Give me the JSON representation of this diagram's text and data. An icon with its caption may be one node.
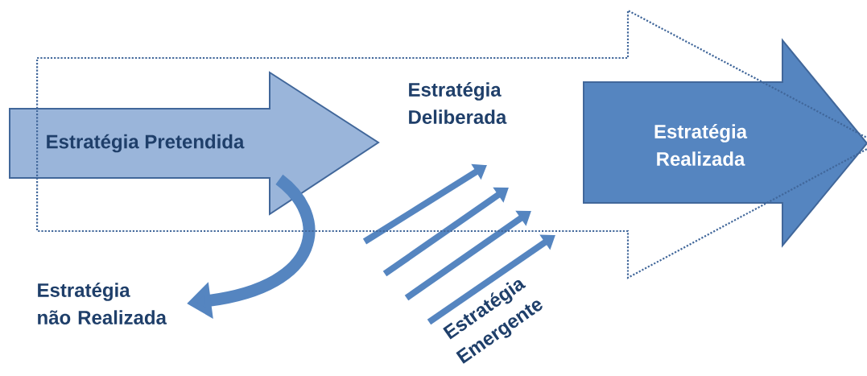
{
  "diagram": {
    "nodes": [
      {
        "text": [
          "Estratégia Pretendida"
        ]
      },
      {
        "text": [
          "Estratégia Realizada"
        ]
      },
      {
        "text": [
          "Estratégia Deliberada"
        ]
      },
      {
        "text": [
          "Estratégia não Realizada"
        ]
      },
      {
        "text": [
          "Estratégia Emergente"
        ]
      }
    ],
    "edges": [
      {
        "from": 0,
        "to": 3,
        "arrow": "to"
      },
      {
        "from": 0,
        "to": 1,
        "arrow": "to",
        "style": "dashed"
      }
    ]
  }
}
